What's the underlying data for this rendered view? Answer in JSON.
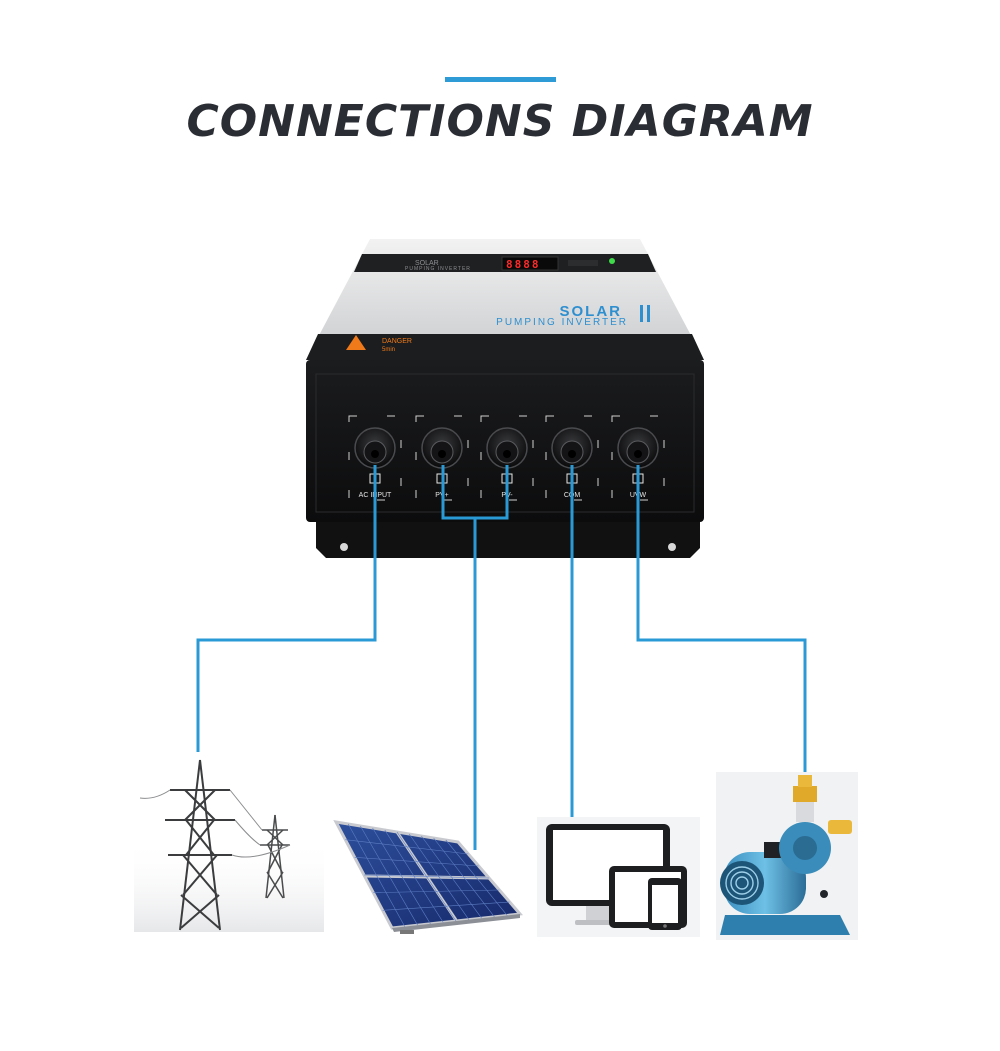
{
  "header": {
    "title": "CONNECTIONS DIAGRAM",
    "accent_color": "#2e9bd6"
  },
  "device": {
    "top_brand": "SOLAR",
    "top_sub": "PUMPING INVERTER",
    "display_text": "8888",
    "panel_title": "SOLAR",
    "panel_sub": "PUMPING INVERTER",
    "warning_label": "DANGER",
    "warning_sub": "5min",
    "ports": [
      {
        "label": "AC INPUT",
        "icon": "tower-icon"
      },
      {
        "label": "PV+",
        "icon": "solar-panel-icon"
      },
      {
        "label": "PV-",
        "icon": "solar-panel-icon"
      },
      {
        "label": "COM",
        "icon": "network-icon"
      },
      {
        "label": "UVW",
        "icon": "motor-icon"
      }
    ]
  },
  "wire_color": "#2a9ad6",
  "destinations": [
    {
      "name": "power-grid",
      "icon": "transmission-tower-icon"
    },
    {
      "name": "solar-panels",
      "icon": "solar-panel-icon"
    },
    {
      "name": "monitoring-devices",
      "icon": "monitor-tablet-phone-icon"
    },
    {
      "name": "water-pump",
      "icon": "water-pump-icon"
    }
  ]
}
